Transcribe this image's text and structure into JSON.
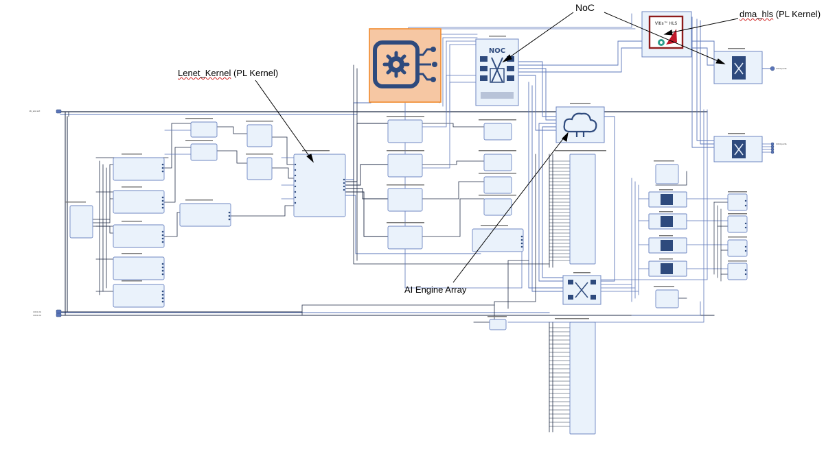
{
  "callouts": {
    "noc": "NoC",
    "dma_prefix": "dma_hls",
    "dma_suffix": " (PL Kernel)",
    "lenet_prefix": "Lenet_Kernel",
    "lenet_suffix": " (PL Kernel)",
    "ai_engine": "AI Engine Array"
  },
  "icons": {
    "noc_label": "NOC",
    "vitis_label": "Vitis™ HLS"
  },
  "colors": {
    "wire_blue": "#5a74b8",
    "wire_dark": "#1e2a44",
    "block_fill": "#eaf2fb",
    "block_stroke": "#6d86c2",
    "cips_fill": "#f6c7a3",
    "cips_stroke": "#f08a2c",
    "icon_blue": "#2e4a7d",
    "vitis_red": "#8e1b1b"
  }
}
